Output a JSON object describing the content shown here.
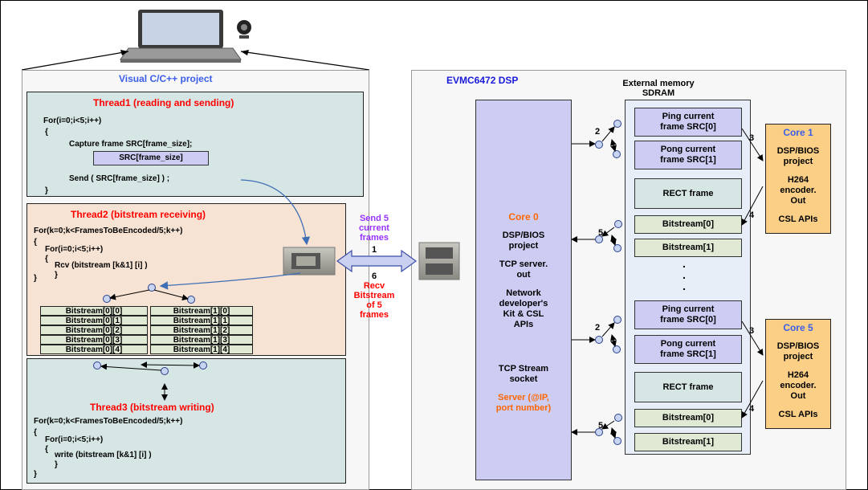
{
  "left": {
    "project_title": "Visual C/C++ project",
    "thread1": {
      "title": "Thread1 (reading and sending)",
      "lines": [
        "For(i=0;i<5;i++)",
        "{",
        "Capture frame SRC[frame_size];",
        "Send ( SRC[frame_size] ) ;",
        "}"
      ],
      "src_box": "SRC[frame_size]"
    },
    "thread2": {
      "title": "Thread2 (bitstream receiving)",
      "lines": [
        "For(k=0;k<FramesToBeEncoded/5;k++)",
        "{",
        "For(i=0;i<5;i++)",
        "{",
        "Rcv (bitstream [k&1] [i] )",
        "}",
        "}"
      ],
      "grid_left": [
        "Bitstream[0][0]",
        "Bitstream[0][1]",
        "Bitstream[0][2]",
        "Bitstream[0][3]",
        "Bitstream[0][4]"
      ],
      "grid_right": [
        "Bitstream[1][0]",
        "Bitstream[1][1]",
        "Bitstream[1][2]",
        "Bitstream[1][3]",
        "Bitstream[1][4]"
      ]
    },
    "thread3": {
      "title": "Thread3 (bitstream writing)",
      "lines": [
        "For(k=0;k<FramesToBeEncoded/5;k++)",
        "{",
        "For(i=0;i<5;i++)",
        "{",
        "write (bitstream [k&1] [i] )",
        "}",
        "}"
      ]
    }
  },
  "middle": {
    "send_label": [
      "Send 5",
      "current",
      "frames"
    ],
    "num_1": "1",
    "num_6": "6",
    "recv_label": [
      "Recv",
      "Bitstream",
      "of 5",
      "frames"
    ]
  },
  "right": {
    "title": "EVMC6472 DSP",
    "memory_title": [
      "External memory",
      "SDRAM"
    ],
    "core0": {
      "title": "Core 0",
      "lines": [
        "DSP/BIOS",
        "project",
        "TCP server.",
        "out",
        "Network",
        "developer's",
        "Kit & CSL",
        "APIs",
        "TCP Stream",
        "socket"
      ],
      "server": [
        "Server (@IP,",
        "port number)"
      ]
    },
    "mem_top": [
      [
        "Ping current",
        "frame SRC[0]"
      ],
      [
        "Pong current",
        "frame SRC[1]"
      ],
      [
        "RECT frame"
      ],
      [
        "Bitstream[0]"
      ],
      [
        "Bitstream[1]"
      ]
    ],
    "mem_bottom": [
      [
        "Ping current",
        "frame SRC[0]"
      ],
      [
        "Pong current",
        "frame SRC[1]"
      ],
      [
        "RECT frame"
      ],
      [
        "Bitstream[0]"
      ],
      [
        "Bitstream[1]"
      ]
    ],
    "core1": {
      "title": "Core 1",
      "lines": [
        "DSP/BIOS",
        "project",
        "H264",
        "encoder.",
        "Out",
        "CSL APIs"
      ]
    },
    "core5": {
      "title": "Core 5",
      "lines": [
        "DSP/BIOS",
        "project",
        "H264",
        "encoder.",
        "Out",
        "CSL APIs"
      ]
    },
    "arrow_nums": {
      "n2a": "2",
      "n3a": "3",
      "n4a": "4",
      "n5a": "5",
      "n2b": "2",
      "n3b": "3",
      "n4b": "4",
      "n5b": "5"
    },
    "dots": "."
  },
  "colors": {
    "thread_title": "#ff0000",
    "project_title": "#3b5ee8",
    "dsp_title": "#1a1adb",
    "send": "#9933ff",
    "recv": "#ff0000",
    "server": "#ff6600"
  }
}
